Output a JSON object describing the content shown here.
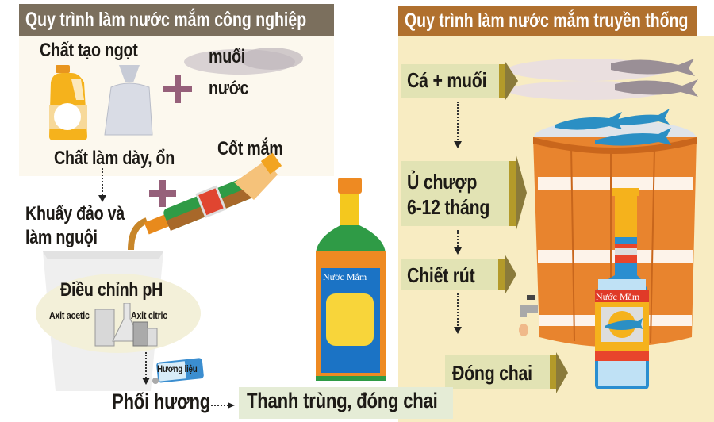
{
  "industrial": {
    "title": "Quy trình làm nước mắm công nghiệp",
    "sweetener": "Chất tạo ngọt",
    "salt": "muối",
    "water": "nước",
    "thickener": "Chất làm dày, ổn",
    "fish_sauce_base": "Cốt mắm",
    "stir": [
      "Khuấy đảo và",
      "làm nguội"
    ],
    "ph": "Điều chỉnh pH",
    "acid_acetic": "Axit acetic",
    "acid_citric": "Axit citric",
    "flavor_label": "Hương liệu",
    "flavor_mix": "Phối hương",
    "final": "Thanh trùng, đóng chai",
    "bottle_label": "Nước Mắm"
  },
  "traditional": {
    "title": "Quy trình làm nước mắm truyền thống",
    "steps": [
      {
        "label": "Cá + muối"
      },
      {
        "label": [
          "Ủ chượp",
          "6-12 tháng"
        ]
      },
      {
        "label": "Chiết rút"
      },
      {
        "label": "Đóng chai"
      }
    ],
    "bottle_label": "Nước Mắm"
  },
  "colors": {
    "industrial_header": "#7b6f5d",
    "traditional_header": "#b0702e",
    "traditional_bg": "#f8ecc2",
    "step_box": "#e2e3b4",
    "plus": "#96607a"
  }
}
